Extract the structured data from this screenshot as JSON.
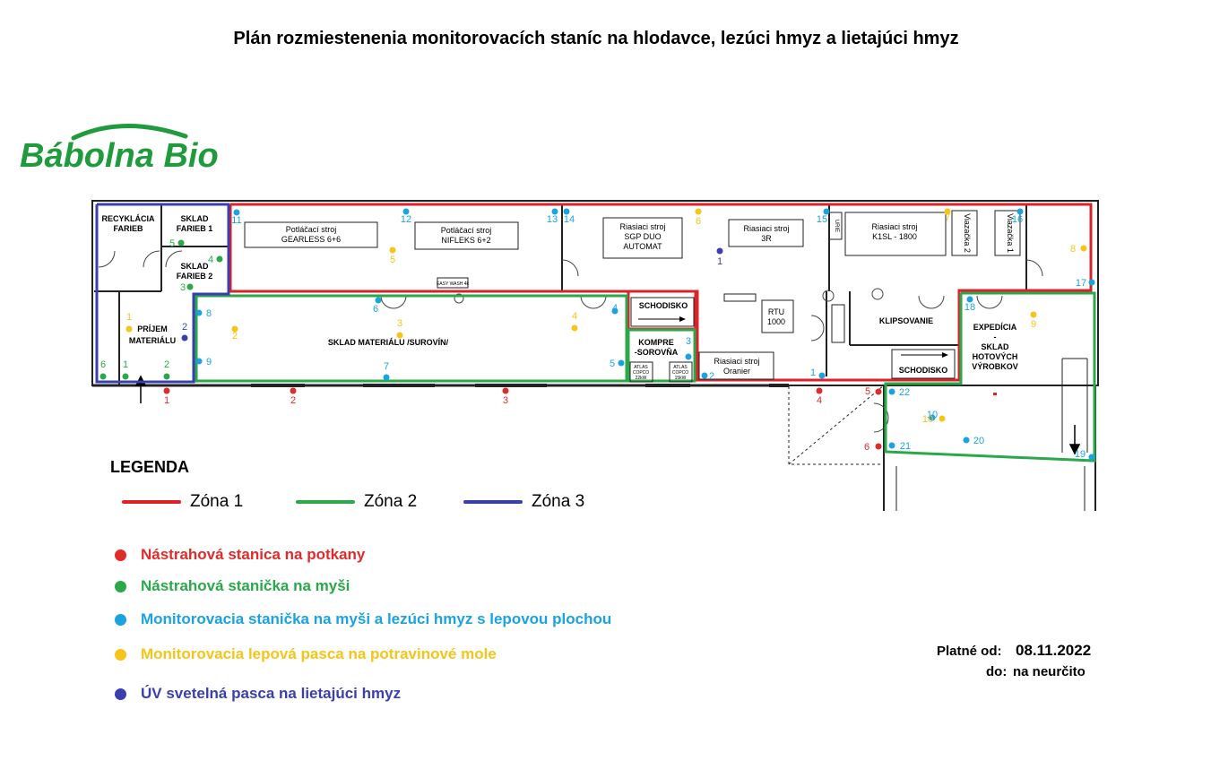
{
  "title": "Plán rozmiestenenia monitorovacích staníc na hlodavce, lezúci hmyz a lietajúci hmyz",
  "logo_text": "Bábolna Bio",
  "colors": {
    "zone1": "#d9222a",
    "zone2": "#2aa84a",
    "zone3": "#3a3fb0",
    "rat": "#e02b2b",
    "mouse": "#2aa84a",
    "insect": "#1aa3e0",
    "moth": "#f5c518",
    "uv": "#3a3fb0",
    "logo": "#1f9a3c"
  },
  "rooms": [
    {
      "id": "recyklacia",
      "lines": [
        "RECYKLÁCIA",
        "FARIEB"
      ]
    },
    {
      "id": "sklad-farieb-1",
      "lines": [
        "SKLAD",
        "FARIEB 1"
      ]
    },
    {
      "id": "sklad-farieb-2",
      "lines": [
        "SKLAD",
        "FARIEB 2"
      ]
    },
    {
      "id": "prijem",
      "lines": [
        "PRÍJEM",
        "MATERIÁLU"
      ]
    },
    {
      "id": "sklad-materialu",
      "lines": [
        "SKLAD MATERIÁLU /SUROVÍN/"
      ]
    },
    {
      "id": "schodisko-1",
      "lines": [
        "SCHODISKO"
      ]
    },
    {
      "id": "kompresorovna",
      "lines": [
        "KOMPRE",
        "-SOROVŇA"
      ]
    },
    {
      "id": "rtu",
      "lines": [
        "RTU",
        "1000"
      ]
    },
    {
      "id": "klipsovanie",
      "lines": [
        "KLIPSOVANIE"
      ]
    },
    {
      "id": "schodisko-2",
      "lines": [
        "SCHODISKO"
      ]
    },
    {
      "id": "expedicia",
      "lines": [
        "EXPEDÍCIA",
        "-",
        "SKLAD",
        "HOTOVÝCH",
        "VÝROBKOV"
      ]
    }
  ],
  "machines": [
    {
      "id": "gearless",
      "lines": [
        "Potláčací stroj",
        "GEARLESS 6+6"
      ]
    },
    {
      "id": "nifleks",
      "lines": [
        "Potláčací stroj",
        "NIFLEKS 6+2"
      ]
    },
    {
      "id": "sgp",
      "lines": [
        "Riasiaci stroj",
        "SGP DUO",
        "AUTOMAT"
      ]
    },
    {
      "id": "3r",
      "lines": [
        "Riasiaci stroj",
        "3R"
      ]
    },
    {
      "id": "k1sl",
      "lines": [
        "Riasiaci stroj",
        "K1SL - 1800"
      ]
    },
    {
      "id": "oranier",
      "lines": [
        "Riasiaci stroj",
        "Oranier"
      ]
    },
    {
      "id": "viazacka-2",
      "lines": [
        "Viazačka 2"
      ]
    },
    {
      "id": "viazacka-1",
      "lines": [
        "Viazačka 1"
      ]
    },
    {
      "id": "urie",
      "lines": [
        "URIE"
      ]
    },
    {
      "id": "easywash",
      "lines": [
        "EASY WASH 4k"
      ]
    },
    {
      "id": "atlas-1",
      "lines": [
        "ATLAS",
        "COPCO",
        "22kW"
      ]
    },
    {
      "id": "atlas-2",
      "lines": [
        "ATLAS",
        "COPCO",
        "15kW"
      ]
    }
  ],
  "stations": [
    {
      "type": "rat",
      "label": "1"
    },
    {
      "type": "rat",
      "label": "2"
    },
    {
      "type": "rat",
      "label": "3"
    },
    {
      "type": "rat",
      "label": "4"
    },
    {
      "type": "rat",
      "label": "5"
    },
    {
      "type": "rat",
      "label": "6"
    },
    {
      "type": "mouse",
      "label": "1"
    },
    {
      "type": "mouse",
      "label": "2"
    },
    {
      "type": "mouse",
      "label": "3"
    },
    {
      "type": "mouse",
      "label": "4"
    },
    {
      "type": "mouse",
      "label": "5"
    },
    {
      "type": "mouse",
      "label": "6"
    },
    {
      "type": "insect",
      "label": "1"
    },
    {
      "type": "insect",
      "label": "2"
    },
    {
      "type": "insect",
      "label": "3"
    },
    {
      "type": "insect",
      "label": "4"
    },
    {
      "type": "insect",
      "label": "5"
    },
    {
      "type": "insect",
      "label": "6"
    },
    {
      "type": "insect",
      "label": "7"
    },
    {
      "type": "insect",
      "label": "8"
    },
    {
      "type": "insect",
      "label": "9"
    },
    {
      "type": "insect",
      "label": "10"
    },
    {
      "type": "insect",
      "label": "11"
    },
    {
      "type": "insect",
      "label": "12"
    },
    {
      "type": "insect",
      "label": "13"
    },
    {
      "type": "insect",
      "label": "14"
    },
    {
      "type": "insect",
      "label": "15"
    },
    {
      "type": "insect",
      "label": "16"
    },
    {
      "type": "insect",
      "label": "17"
    },
    {
      "type": "insect",
      "label": "18"
    },
    {
      "type": "insect",
      "label": "19"
    },
    {
      "type": "insect",
      "label": "20"
    },
    {
      "type": "insect",
      "label": "21"
    },
    {
      "type": "insect",
      "label": "22"
    },
    {
      "type": "moth",
      "label": "1"
    },
    {
      "type": "moth",
      "label": "2"
    },
    {
      "type": "moth",
      "label": "3"
    },
    {
      "type": "moth",
      "label": "4"
    },
    {
      "type": "moth",
      "label": "5"
    },
    {
      "type": "moth",
      "label": "6"
    },
    {
      "type": "moth",
      "label": "7"
    },
    {
      "type": "moth",
      "label": "8"
    },
    {
      "type": "moth",
      "label": "9"
    },
    {
      "type": "moth",
      "label": "10"
    },
    {
      "type": "uv",
      "label": "1"
    },
    {
      "type": "uv",
      "label": "2"
    }
  ],
  "legend": {
    "title": "LEGENDA",
    "zones": [
      {
        "label": "Zóna 1",
        "color": "#d9222a"
      },
      {
        "label": "Zóna 2",
        "color": "#2aa84a"
      },
      {
        "label": "Zóna 3",
        "color": "#3a3fb0"
      }
    ],
    "items": [
      {
        "label": "Nástrahová stanica na potkany",
        "color": "#e02b2b"
      },
      {
        "label": "Nástrahová stanička na myši",
        "color": "#2aa84a"
      },
      {
        "label": "Monitorovacia stanička na myši a lezúci hmyz s lepovou plochou",
        "color": "#1aa3e0"
      },
      {
        "label": "Monitorovacia lepová pasca na potravinové mole",
        "color": "#f5c518"
      },
      {
        "label": "ÚV svetelná pasca na lietajúci hmyz",
        "color": "#3a3fb0"
      }
    ]
  },
  "validity": {
    "from_label": "Platné od:",
    "from_value": "08.11.2022",
    "to_label": "do:",
    "to_value": "na neurčito"
  }
}
